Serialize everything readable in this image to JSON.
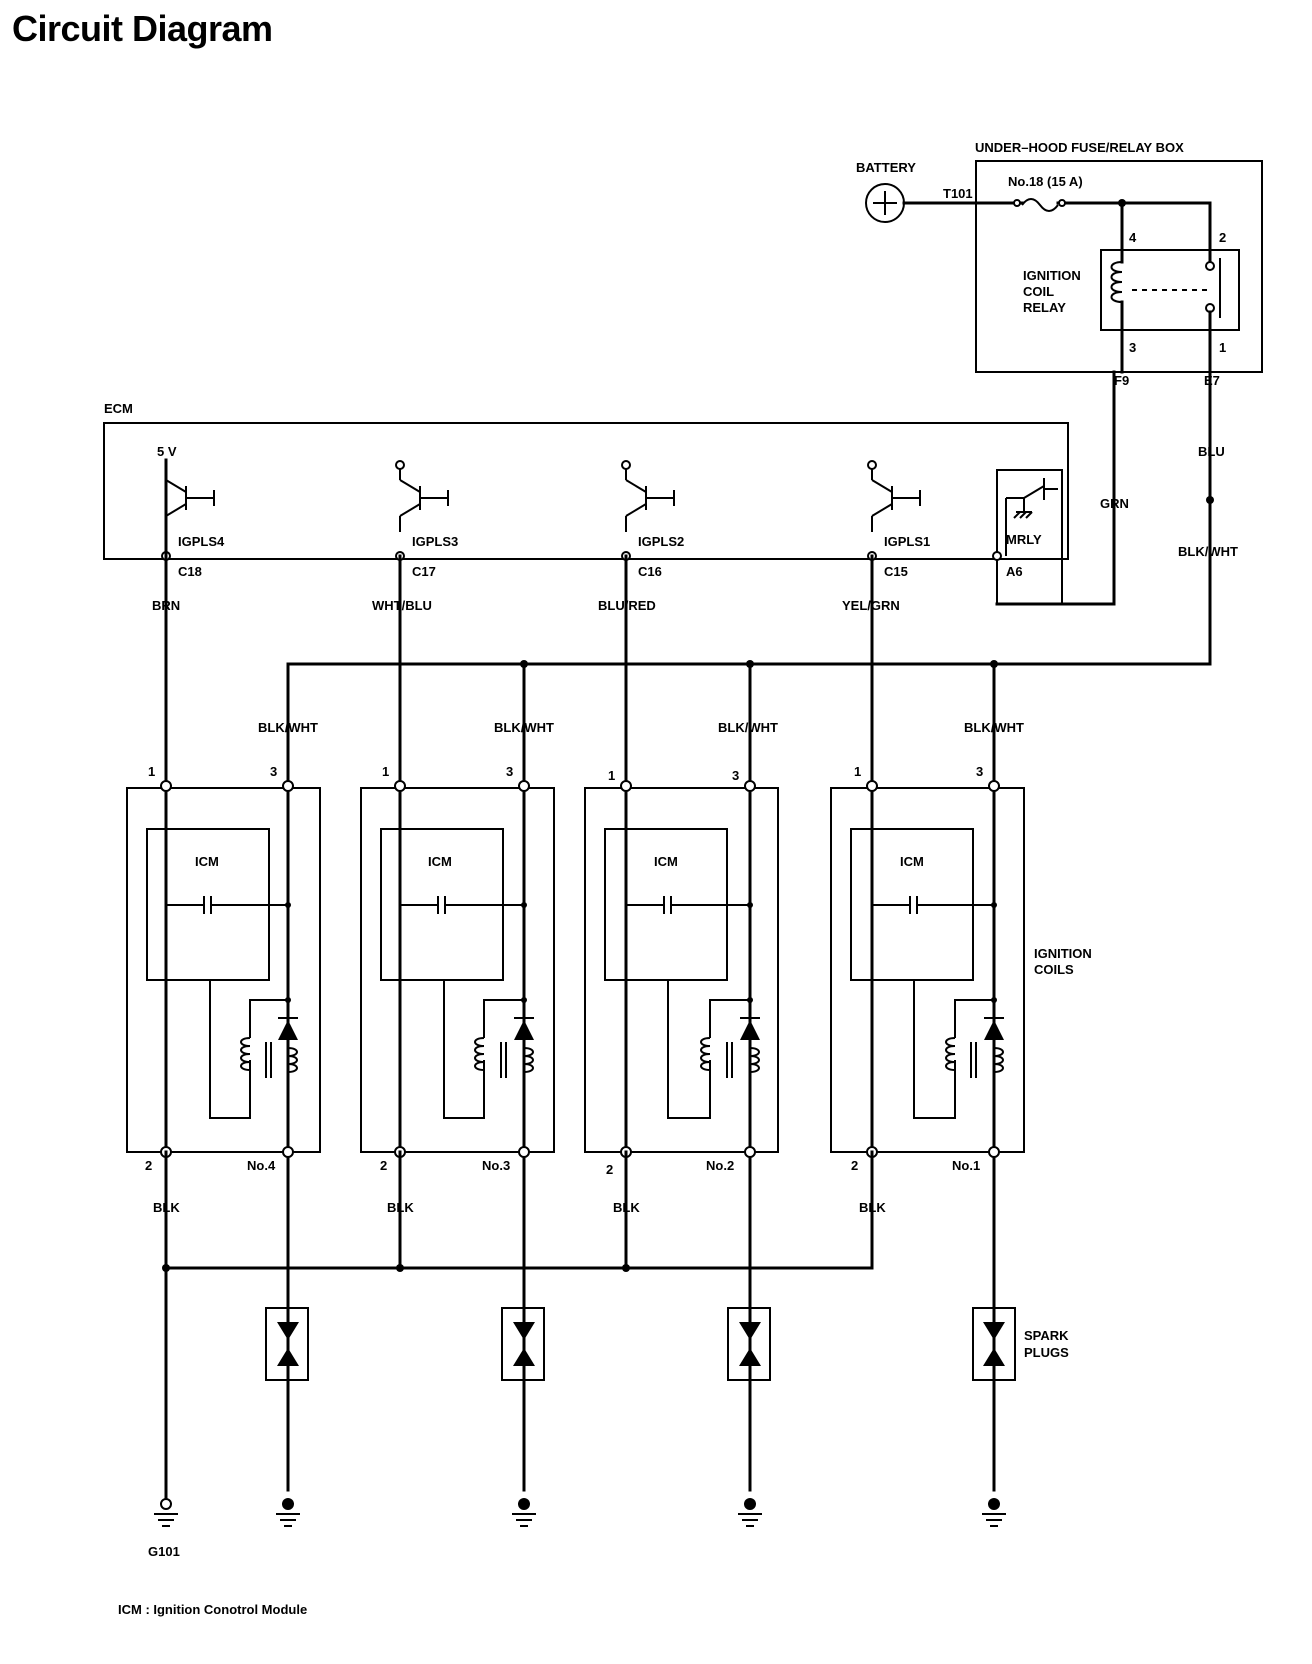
{
  "title": "Circuit Diagram",
  "battery": {
    "label": "BATTERY",
    "symbol": "+"
  },
  "fuse_box": {
    "label": "UNDER–HOOD FUSE/RELAY BOX",
    "terminal_in": "T101",
    "fuse": "No.18 (15 A)",
    "relay_label": [
      "IGNITION",
      "COIL",
      "RELAY"
    ],
    "pins": {
      "p4": "4",
      "p2": "2",
      "p3": "3",
      "p1": "1"
    },
    "out_left": "F9",
    "out_right": "E7"
  },
  "wires": {
    "e7_wire": "BLU",
    "f9_wire": "GRN",
    "junction_wire": "BLK/WHT",
    "coil_feed": "BLK/WHT",
    "ground": "BLK"
  },
  "ecm": {
    "label": "ECM",
    "supply": "5 V",
    "outputs": [
      {
        "signal": "IGPLS4",
        "pin": "C18",
        "wire": "BRN"
      },
      {
        "signal": "IGPLS3",
        "pin": "C17",
        "wire": "WHT/BLU"
      },
      {
        "signal": "IGPLS2",
        "pin": "C16",
        "wire": "BLU/RED"
      },
      {
        "signal": "IGPLS1",
        "pin": "C15",
        "wire": "YEL/GRN"
      }
    ],
    "relay_driver": {
      "signal": "MRLY",
      "pin": "A6"
    }
  },
  "coils": [
    {
      "name": "No.4",
      "module": "ICM",
      "pin1": "1",
      "pin2": "2",
      "pin3": "3"
    },
    {
      "name": "No.3",
      "module": "ICM",
      "pin1": "1",
      "pin2": "2",
      "pin3": "3"
    },
    {
      "name": "No.2",
      "module": "ICM",
      "pin1": "1",
      "pin2": "2",
      "pin3": "3"
    },
    {
      "name": "No.1",
      "module": "ICM",
      "pin1": "1",
      "pin2": "2",
      "pin3": "3"
    }
  ],
  "coils_label": [
    "IGNITION",
    "COILS"
  ],
  "spark_plugs_label": [
    "SPARK",
    "PLUGS"
  ],
  "ground_label": "G101",
  "footnote": "ICM : Ignition Conotrol Module"
}
